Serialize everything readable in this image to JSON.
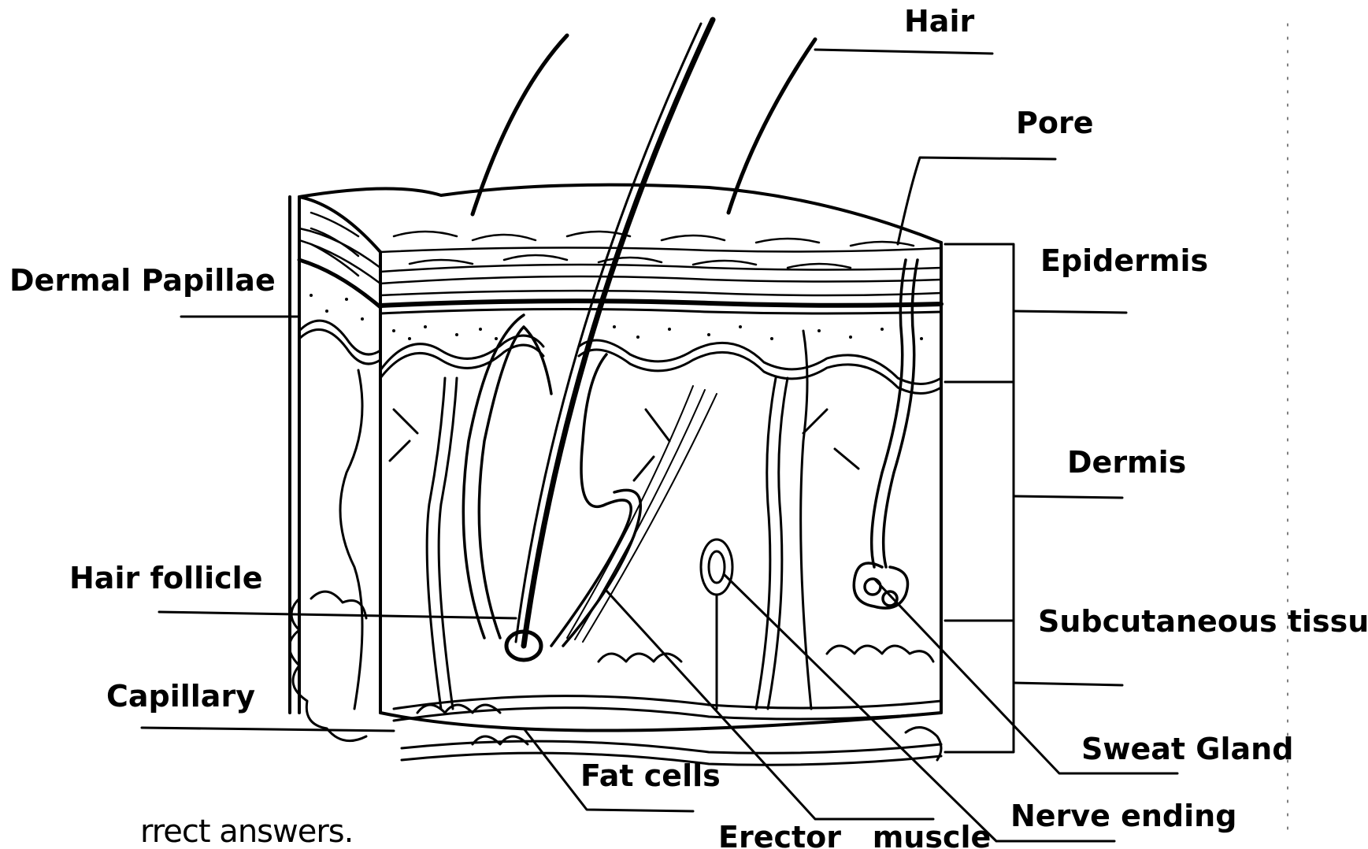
{
  "labels": {
    "hair": "Hair",
    "pore": "Pore",
    "epidermis": "Epidermis",
    "dermal_papillae": "Dermal Papillae",
    "dermis": "Dermis",
    "hair_follicle": "Hair follicle",
    "subcutaneous_tissue": "Subcutaneous tissue",
    "capillary": "Capillary",
    "sweat_gland": "Sweat Gland",
    "fat_cells": "Fat cells",
    "nerve_ending": "Nerve ending",
    "erector_muscle": "Erector   muscle"
  },
  "footer": {
    "text": "rrect answers."
  },
  "colors": {
    "ink": "#000000",
    "paper": "#ffffff"
  }
}
